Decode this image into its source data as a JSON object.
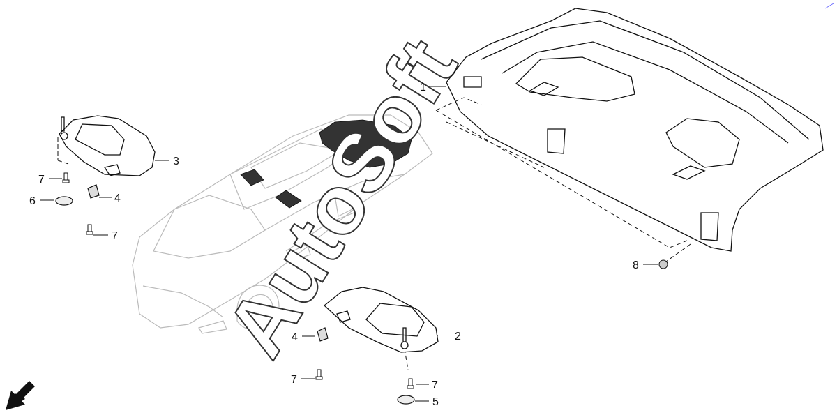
{
  "diagram": {
    "callouts": {
      "rear_shelf": "1",
      "sunvisor_right": "2",
      "sunvisor_left": "3",
      "clip_left": "4",
      "clip_right": "4",
      "cover_right": "5",
      "cover_left": "6",
      "screw_left_upper": "7",
      "screw_left_lower": "7",
      "screw_right_clip": "7",
      "screw_right_visor": "7",
      "push_clip": "8"
    },
    "watermark": "AutoSoft",
    "direction_arrow_icon": "front-direction-arrow-icon",
    "colors": {
      "line": "#111111",
      "ghost": "#bbbbbb",
      "fill_dark": "#333333"
    }
  }
}
